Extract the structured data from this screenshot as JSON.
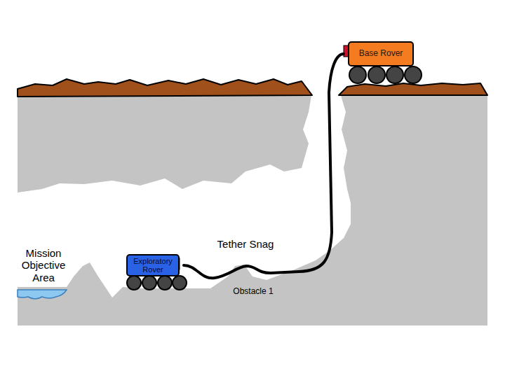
{
  "diagram": {
    "nodes": [
      {
        "text": [
          "Base Rover"
        ]
      },
      {
        "text": [
          "Exploratory Rover"
        ]
      }
    ],
    "edges": [
      {
        "from": 1,
        "to": 0,
        "arrow": "none"
      }
    ],
    "labels": [
      "Mission Objective Area",
      "Tether Snag",
      "Obstacle 1"
    ]
  }
}
